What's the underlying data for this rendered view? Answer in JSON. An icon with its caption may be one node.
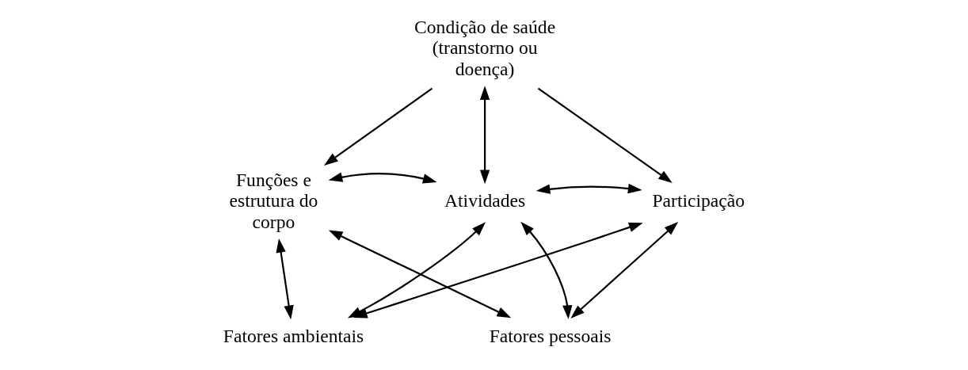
{
  "diagram": {
    "nodes": [
      {
        "text": [
          "Condição de saúde (transtorno ou doença)"
        ]
      },
      {
        "text": [
          "Funções e estrutura do corpo"
        ]
      },
      {
        "text": [
          "Atividades"
        ]
      },
      {
        "text": [
          "Participação"
        ]
      },
      {
        "text": [
          "Fatores ambientais"
        ]
      },
      {
        "text": [
          "Fatores pessoais"
        ]
      }
    ],
    "edges": [
      {
        "from": 0,
        "to": 2,
        "arrow": "both"
      },
      {
        "from": 0,
        "to": 1,
        "arrow": "to"
      },
      {
        "from": 0,
        "to": 3,
        "arrow": "to"
      },
      {
        "from": 1,
        "to": 2,
        "arrow": "both"
      },
      {
        "from": 2,
        "to": 3,
        "arrow": "both"
      },
      {
        "from": 4,
        "to": 1,
        "arrow": "both"
      },
      {
        "from": 4,
        "to": 2,
        "arrow": "both"
      },
      {
        "from": 4,
        "to": 3,
        "arrow": "both"
      },
      {
        "from": 5,
        "to": 1,
        "arrow": "both"
      },
      {
        "from": 5,
        "to": 2,
        "arrow": "both"
      },
      {
        "from": 5,
        "to": 3,
        "arrow": "both"
      }
    ]
  }
}
